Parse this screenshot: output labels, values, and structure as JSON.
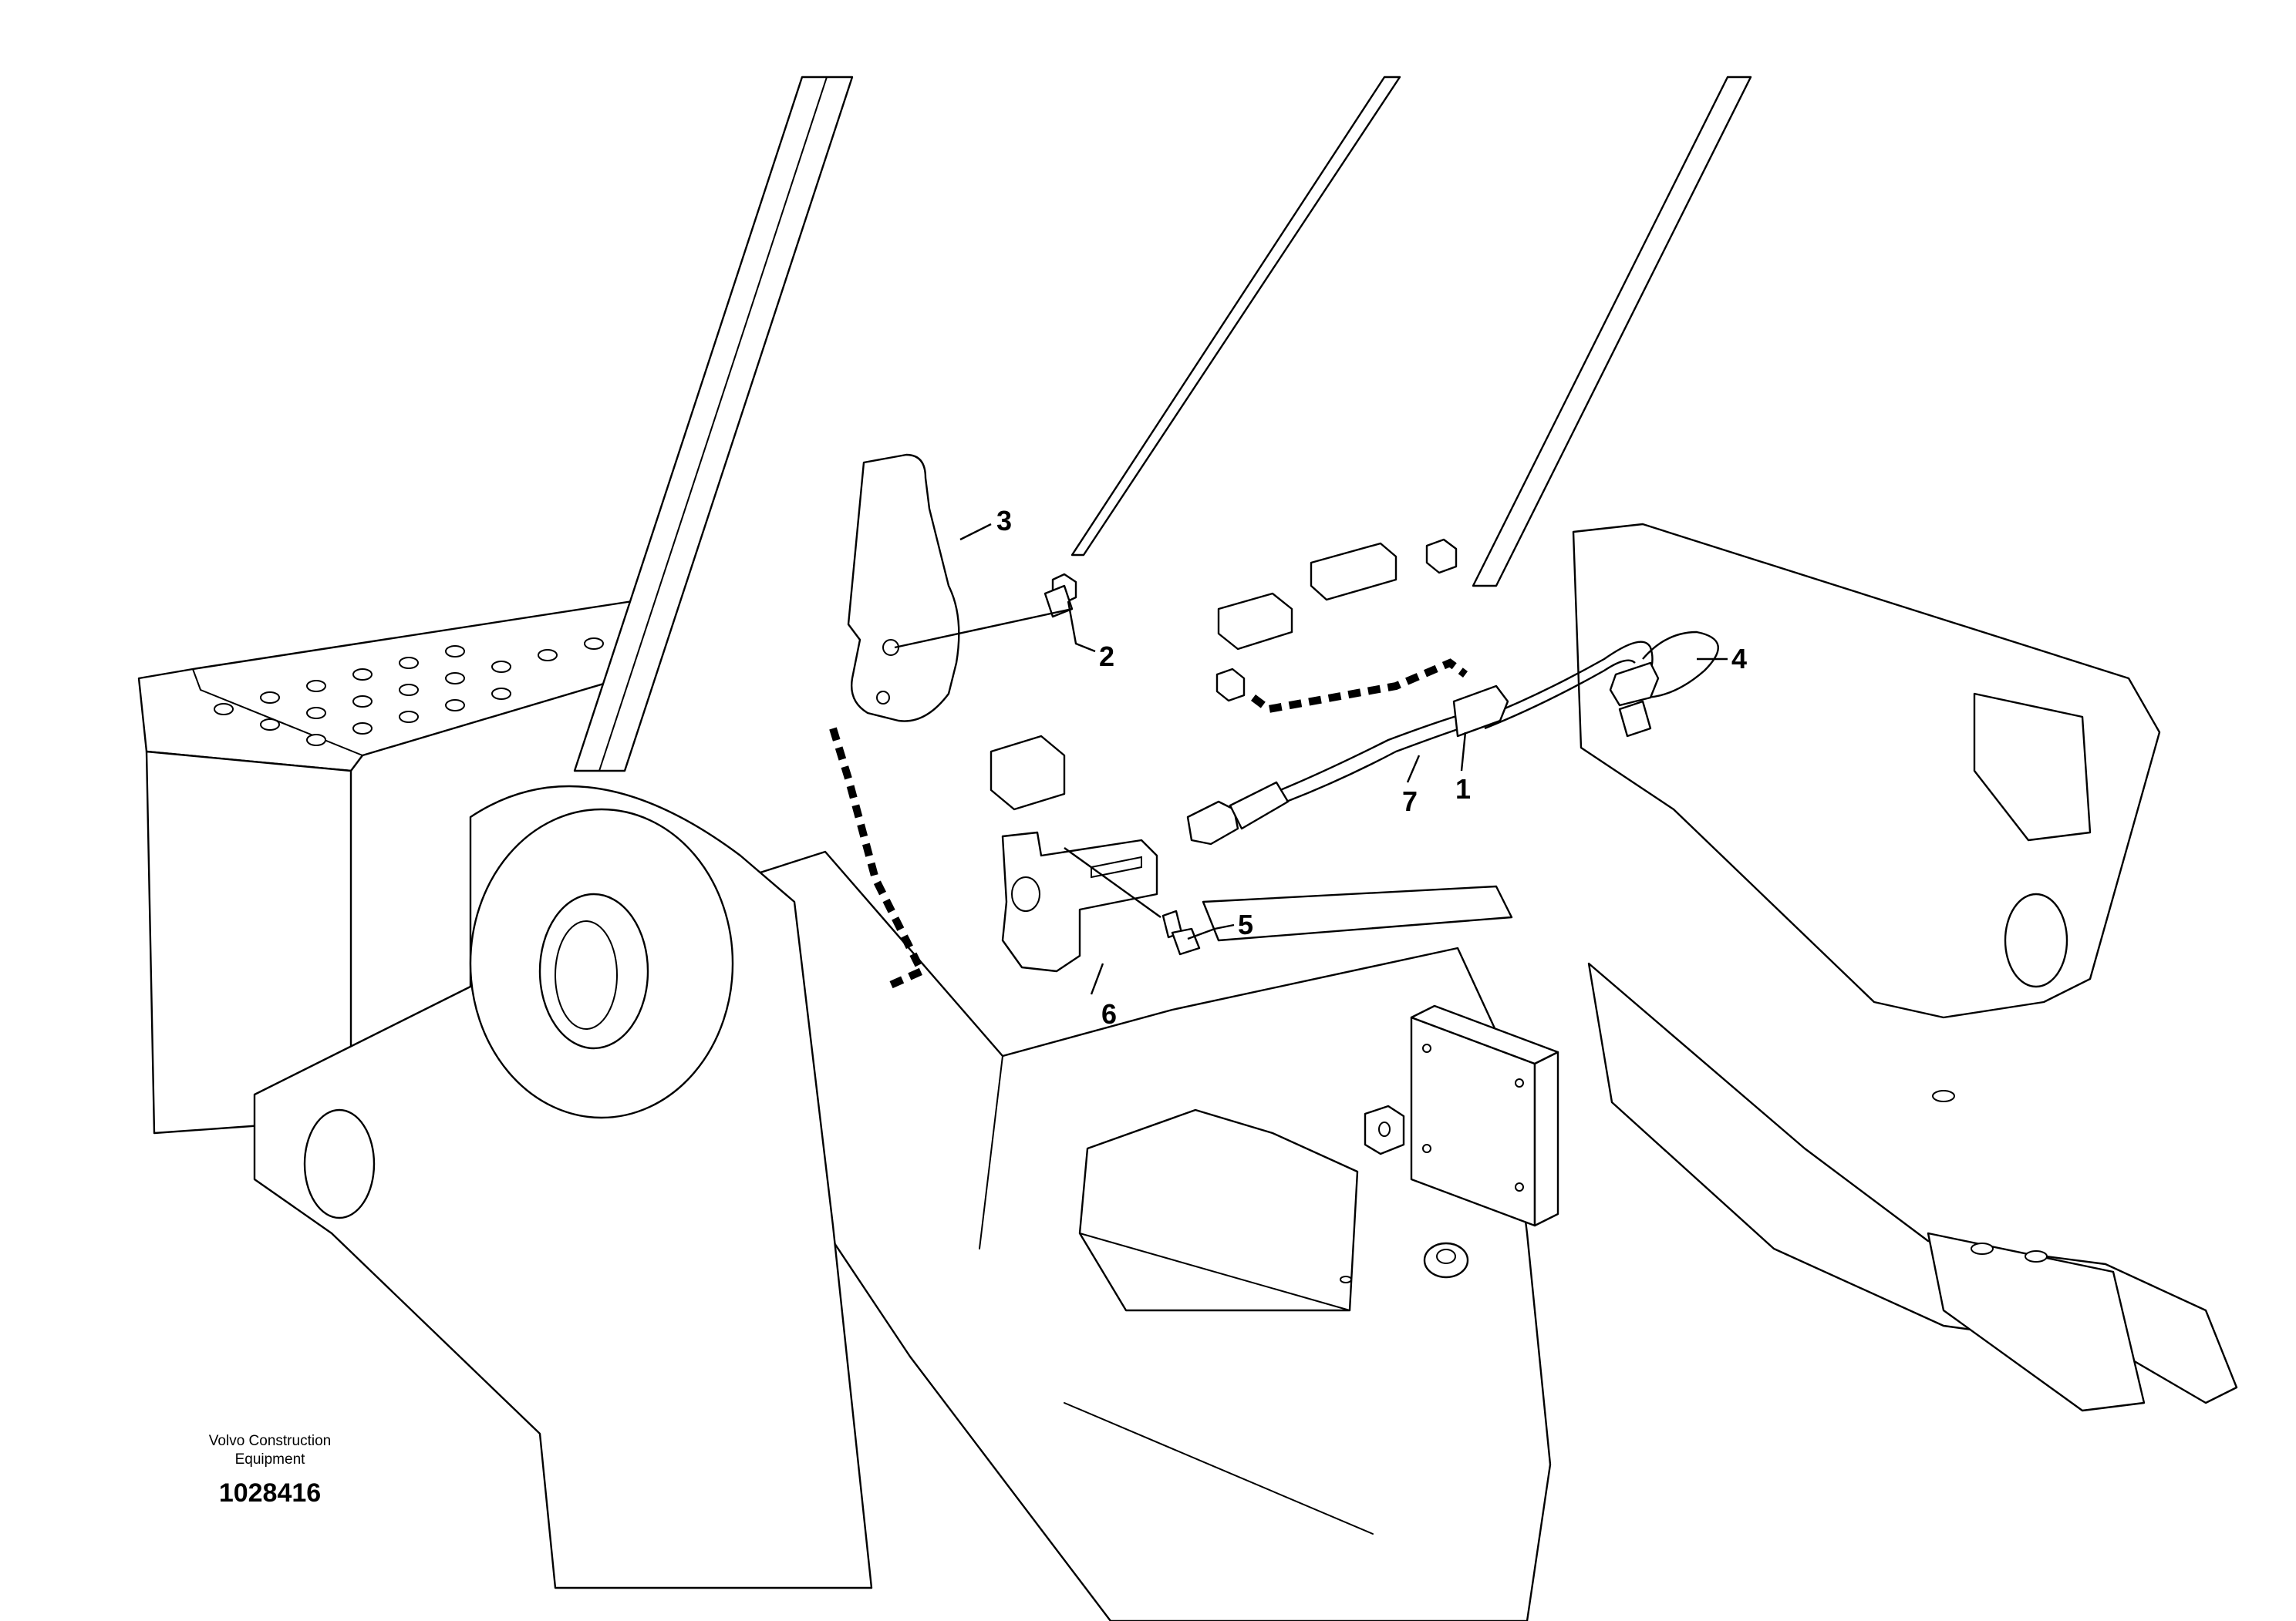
{
  "diagram": {
    "callouts": [
      "1",
      "2",
      "3",
      "4",
      "5",
      "6",
      "7"
    ],
    "caption": {
      "line1": "Volvo Construction",
      "line2": "Equipment",
      "number": "1028416"
    }
  }
}
